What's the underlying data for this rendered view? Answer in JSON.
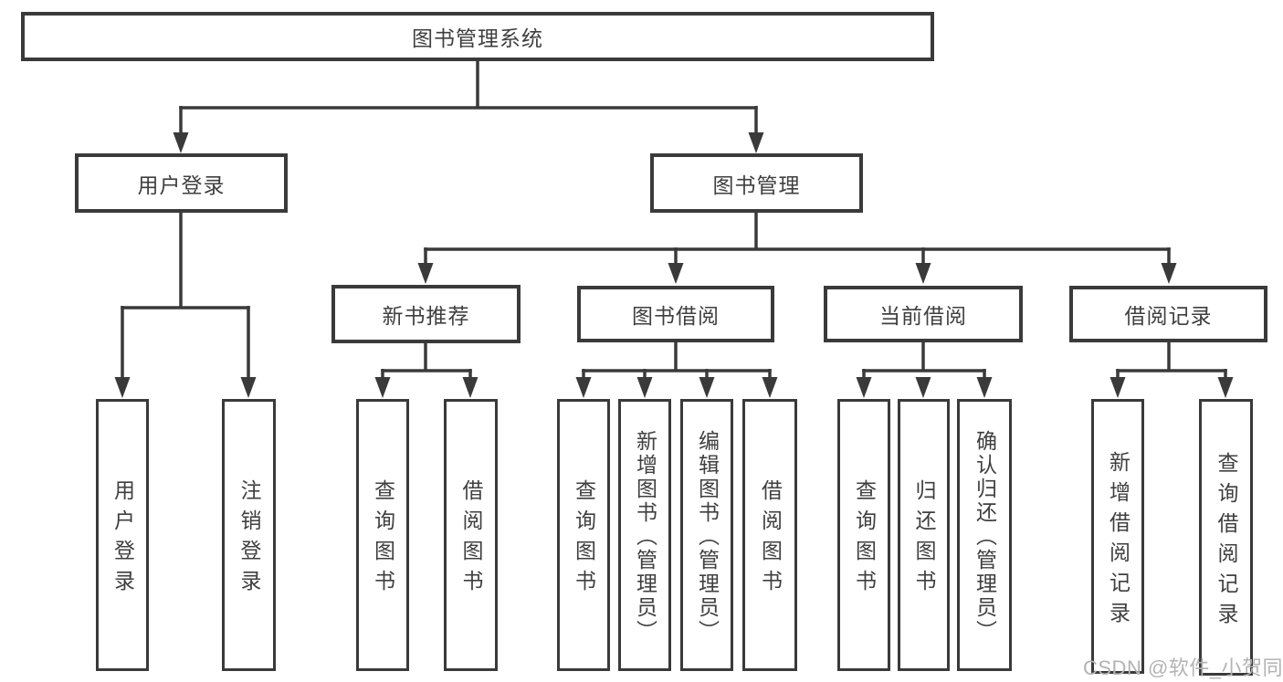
{
  "tree": {
    "title": "图书管理系统",
    "children": [
      {
        "label": "用户登录",
        "children": [
          {
            "label": "用户登录"
          },
          {
            "label": "注销登录"
          }
        ]
      },
      {
        "label": "图书管理",
        "children": [
          {
            "label": "新书推荐",
            "children": [
              {
                "label": "查询图书"
              },
              {
                "label": "借阅图书"
              }
            ]
          },
          {
            "label": "图书借阅",
            "children": [
              {
                "label": "查询图书"
              },
              {
                "label": "新增图书（管理员）"
              },
              {
                "label": "编辑图书（管理员）"
              },
              {
                "label": "借阅图书"
              }
            ]
          },
          {
            "label": "当前借阅",
            "children": [
              {
                "label": "查询图书"
              },
              {
                "label": "归还图书"
              },
              {
                "label": "确认归还（管理员）"
              }
            ]
          },
          {
            "label": "借阅记录",
            "children": [
              {
                "label": "新增借阅记录"
              },
              {
                "label": "查询借阅记录"
              }
            ]
          }
        ]
      }
    ]
  },
  "watermark": "CSDN @软件_小贺同学",
  "colors": {
    "line": "#3a3a3a",
    "text": "#3f3f3f",
    "watermark": "#b3b3b3",
    "background": "#ffffff"
  }
}
